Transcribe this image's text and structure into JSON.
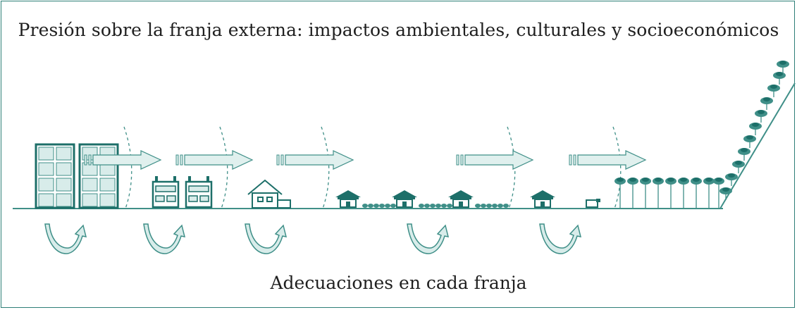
{
  "title": "Presión sobre la franja externa: impactos ambientales, culturales y socioeconómicos",
  "caption": "Adecuaciones en cada franja",
  "colors": {
    "teal_dark": "#1d6f69",
    "teal_mid": "#3f8f88",
    "teal_light": "#d8ecea",
    "teal_pale": "#e8f4f3",
    "frame": "#2e7f78"
  },
  "zones": [
    {
      "name": "high-rise-zone",
      "icon": "building-icon"
    },
    {
      "name": "row-house-zone",
      "icon": "townhouse-icon"
    },
    {
      "name": "house-zone",
      "icon": "house-icon"
    },
    {
      "name": "rural-settlement-zone",
      "icon": "hut-icon"
    },
    {
      "name": "sparse-settlement-zone",
      "icon": "hut-icon"
    },
    {
      "name": "natural-zone",
      "icon": "tree-icon"
    }
  ]
}
